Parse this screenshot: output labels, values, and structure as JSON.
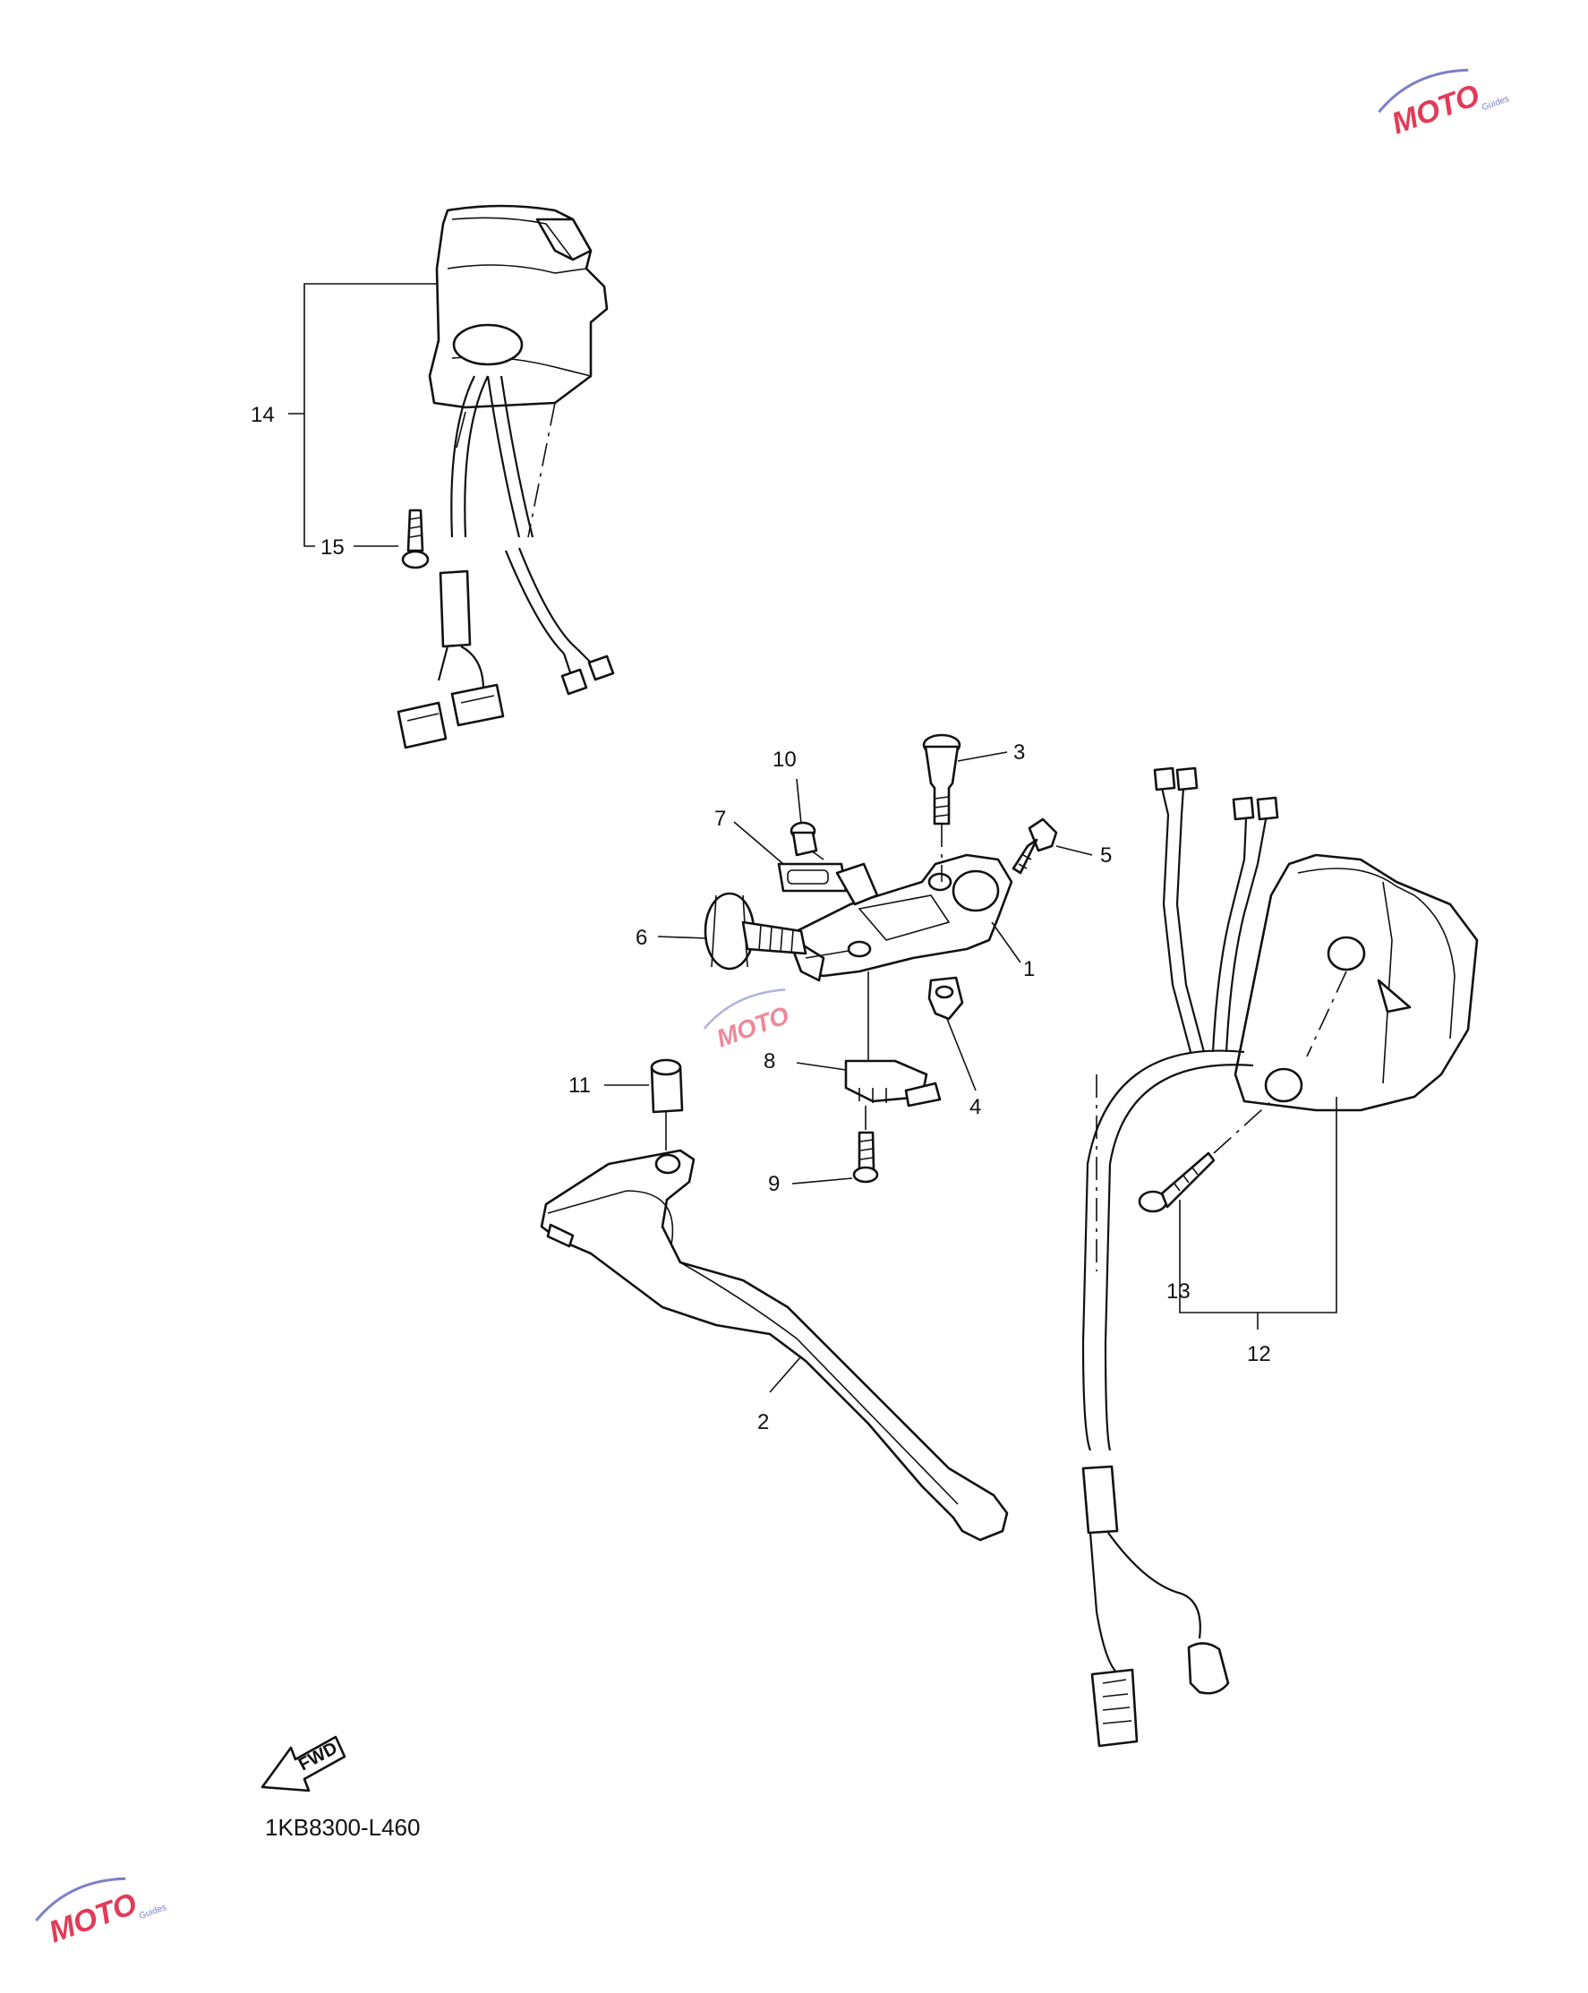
{
  "diagram": {
    "drawing_code": "1KB8300-L460",
    "fwd_label": "FWD",
    "watermark": {
      "text": "MOTO",
      "subtext": "Guides"
    },
    "callouts": [
      {
        "id": "1",
        "label": "1"
      },
      {
        "id": "2",
        "label": "2"
      },
      {
        "id": "3",
        "label": "3"
      },
      {
        "id": "4",
        "label": "4"
      },
      {
        "id": "5",
        "label": "5"
      },
      {
        "id": "6",
        "label": "6"
      },
      {
        "id": "7",
        "label": "7"
      },
      {
        "id": "8",
        "label": "8"
      },
      {
        "id": "9",
        "label": "9"
      },
      {
        "id": "10",
        "label": "10"
      },
      {
        "id": "11",
        "label": "11"
      },
      {
        "id": "12",
        "label": "12"
      },
      {
        "id": "13",
        "label": "13"
      },
      {
        "id": "14",
        "label": "14"
      },
      {
        "id": "15",
        "label": "15"
      }
    ]
  }
}
